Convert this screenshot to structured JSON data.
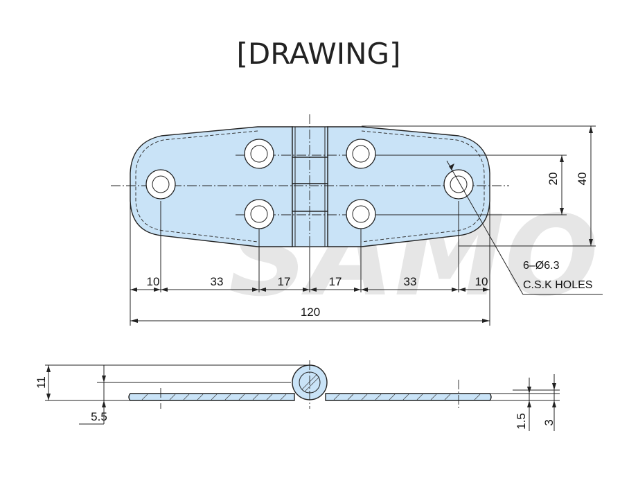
{
  "title": "[DRAWING]",
  "watermark": "SAMO",
  "top_view": {
    "dims_horizontal": [
      "10",
      "33",
      "17",
      "17",
      "33",
      "10"
    ],
    "overall_length": "120",
    "dim_vertical_inner": "20",
    "dim_vertical_outer": "40",
    "hole_note_line1": "6–Ø6.3",
    "hole_note_line2": "C.S.K HOLES"
  },
  "side_view": {
    "height": "11",
    "offset": "5.5",
    "thickness": "1.5",
    "knuckle_height": "3"
  },
  "colors": {
    "plate_fill": "#c9e3f7",
    "line": "#222222",
    "watermark": "#e6e6e6"
  }
}
